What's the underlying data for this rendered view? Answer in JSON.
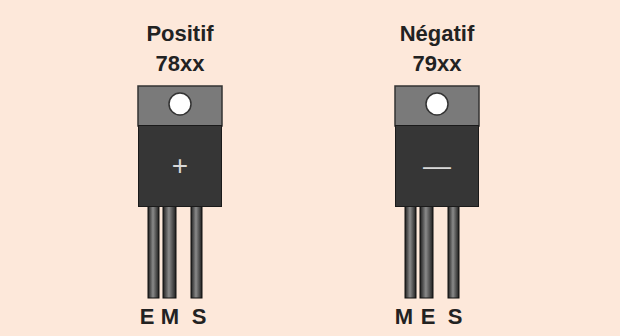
{
  "diagram": {
    "nodes": [
      {
        "text": [
          "Positif 78xx",
          "+"
        ]
      },
      {
        "text": [
          "Négatif 79xx",
          "—"
        ]
      }
    ],
    "labels": [
      "E",
      "M",
      "S",
      "M",
      "E",
      "S"
    ]
  }
}
